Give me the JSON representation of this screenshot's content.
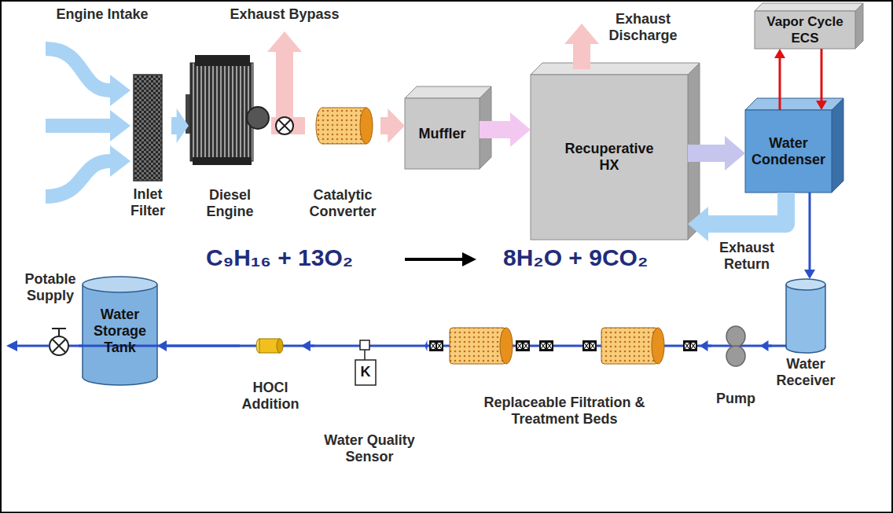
{
  "diagram": {
    "nodes": [
      {
        "text": [
          "Inlet Filter"
        ]
      },
      {
        "text": [
          "Diesel Engine"
        ]
      },
      {
        "text": [
          "Catalytic Converter"
        ]
      },
      {
        "text": [
          "Muffler"
        ]
      },
      {
        "text": [
          "Recuperative HX"
        ]
      },
      {
        "text": [
          "Water Condenser"
        ]
      },
      {
        "text": [
          "Vapor Cycle ECS"
        ]
      },
      {
        "text": [
          "Water Receiver"
        ]
      },
      {
        "text": [
          "Pump"
        ]
      },
      {
        "text": [
          "Replaceable Filtration & Treatment Beds"
        ]
      },
      {
        "text": [
          "K",
          "Water Quality Sensor"
        ]
      },
      {
        "text": [
          "HOCl Addition"
        ]
      },
      {
        "text": [
          "Water Storage Tank"
        ]
      },
      {
        "text": [
          "Potable Supply"
        ]
      }
    ],
    "edges": [
      {
        "from": 0,
        "to": 1,
        "arrow": "to"
      },
      {
        "from": 1,
        "to": 2,
        "arrow": "none"
      },
      {
        "from": 2,
        "to": 3,
        "arrow": "to"
      },
      {
        "from": 3,
        "to": 4,
        "arrow": "to"
      },
      {
        "from": 4,
        "to": 5,
        "arrow": "to"
      },
      {
        "from": 5,
        "to": 4,
        "label": "Exhaust Return",
        "arrow": "to"
      },
      {
        "from": 5,
        "to": 6,
        "arrow": "to"
      },
      {
        "from": 6,
        "to": 5,
        "arrow": "to"
      },
      {
        "from": 5,
        "to": 7,
        "arrow": "to"
      },
      {
        "from": 7,
        "to": 8,
        "arrow": "to"
      },
      {
        "from": 8,
        "to": 9,
        "arrow": "to"
      },
      {
        "from": 9,
        "to": 10,
        "arrow": "to"
      },
      {
        "from": 10,
        "to": 11,
        "arrow": "to"
      },
      {
        "from": 11,
        "to": 12,
        "arrow": "to"
      },
      {
        "from": 12,
        "to": 13,
        "arrow": "none"
      }
    ],
    "labels": [
      "Engine Intake",
      "Exhaust Bypass",
      "Exhaust Discharge",
      "C₉H₁₆ + 13O₂",
      "8H₂O + 9CO₂"
    ]
  }
}
